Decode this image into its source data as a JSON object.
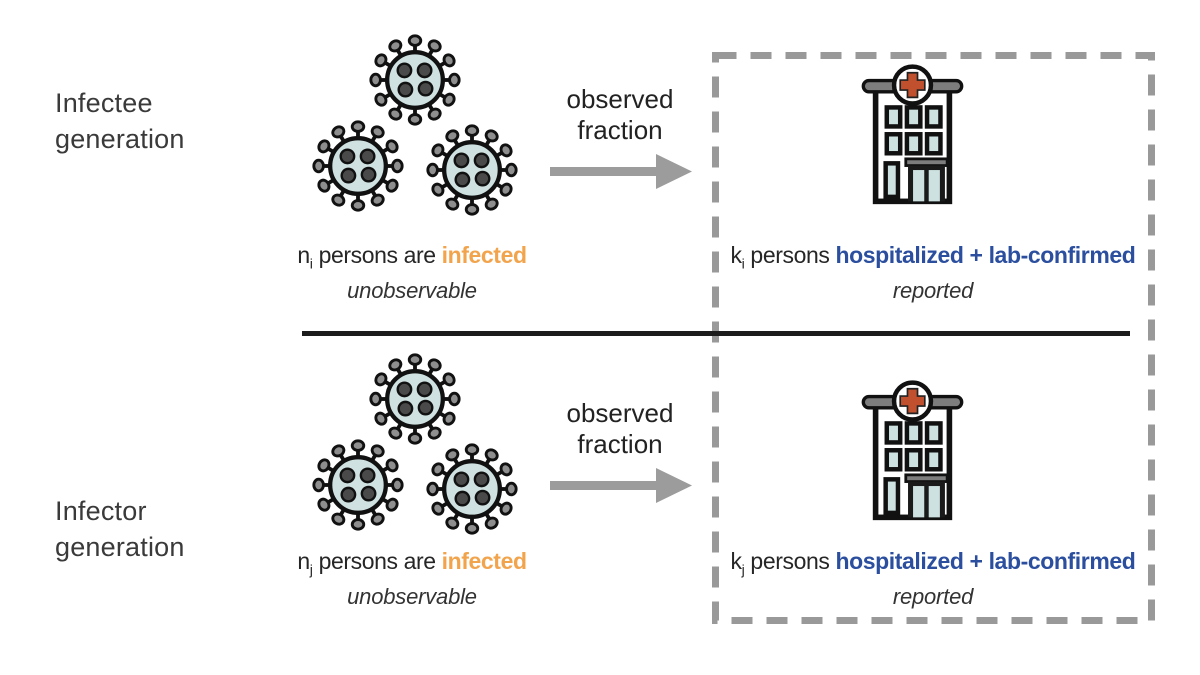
{
  "palette": {
    "orange": "#F2A44D",
    "blue": "#2B4F9E",
    "arrow_gray": "#9C9C9C",
    "dash_gray": "#999999",
    "virus_body": "#CFE2E1",
    "virus_knob": "#8E8E8E",
    "virus_dot": "#4A4A4A",
    "window_blue": "#CDE1E1",
    "cross_red": "#C1502E",
    "bar_gray": "#7D7D7D",
    "label_gray": "#3A3A3A",
    "line_black": "#1C1C1C"
  },
  "icons": {
    "virus_icon": "coronavirus particle",
    "hospital_icon": "hospital building with red cross",
    "arrow_right_icon": "gray right arrow"
  },
  "rows": [
    {
      "generation_label": "Infectee\ngeneration",
      "arrow_label": "observed\nfraction",
      "infected_caption": {
        "variable": "n",
        "subscript": "i",
        "middle": " persons are ",
        "highlight": "infected",
        "note": "unobservable"
      },
      "reported_caption": {
        "variable": "k",
        "subscript": "i",
        "middle": " persons ",
        "highlight": "hospitalized + lab-confirmed",
        "note": "reported"
      }
    },
    {
      "generation_label": "Infector\ngeneration",
      "arrow_label": "observed\nfraction",
      "infected_caption": {
        "variable": "n",
        "subscript": "j",
        "middle": " persons are ",
        "highlight": "infected",
        "note": "unobservable"
      },
      "reported_caption": {
        "variable": "k",
        "subscript": "j",
        "middle": " persons ",
        "highlight": "hospitalized + lab-confirmed",
        "note": "reported"
      }
    }
  ]
}
